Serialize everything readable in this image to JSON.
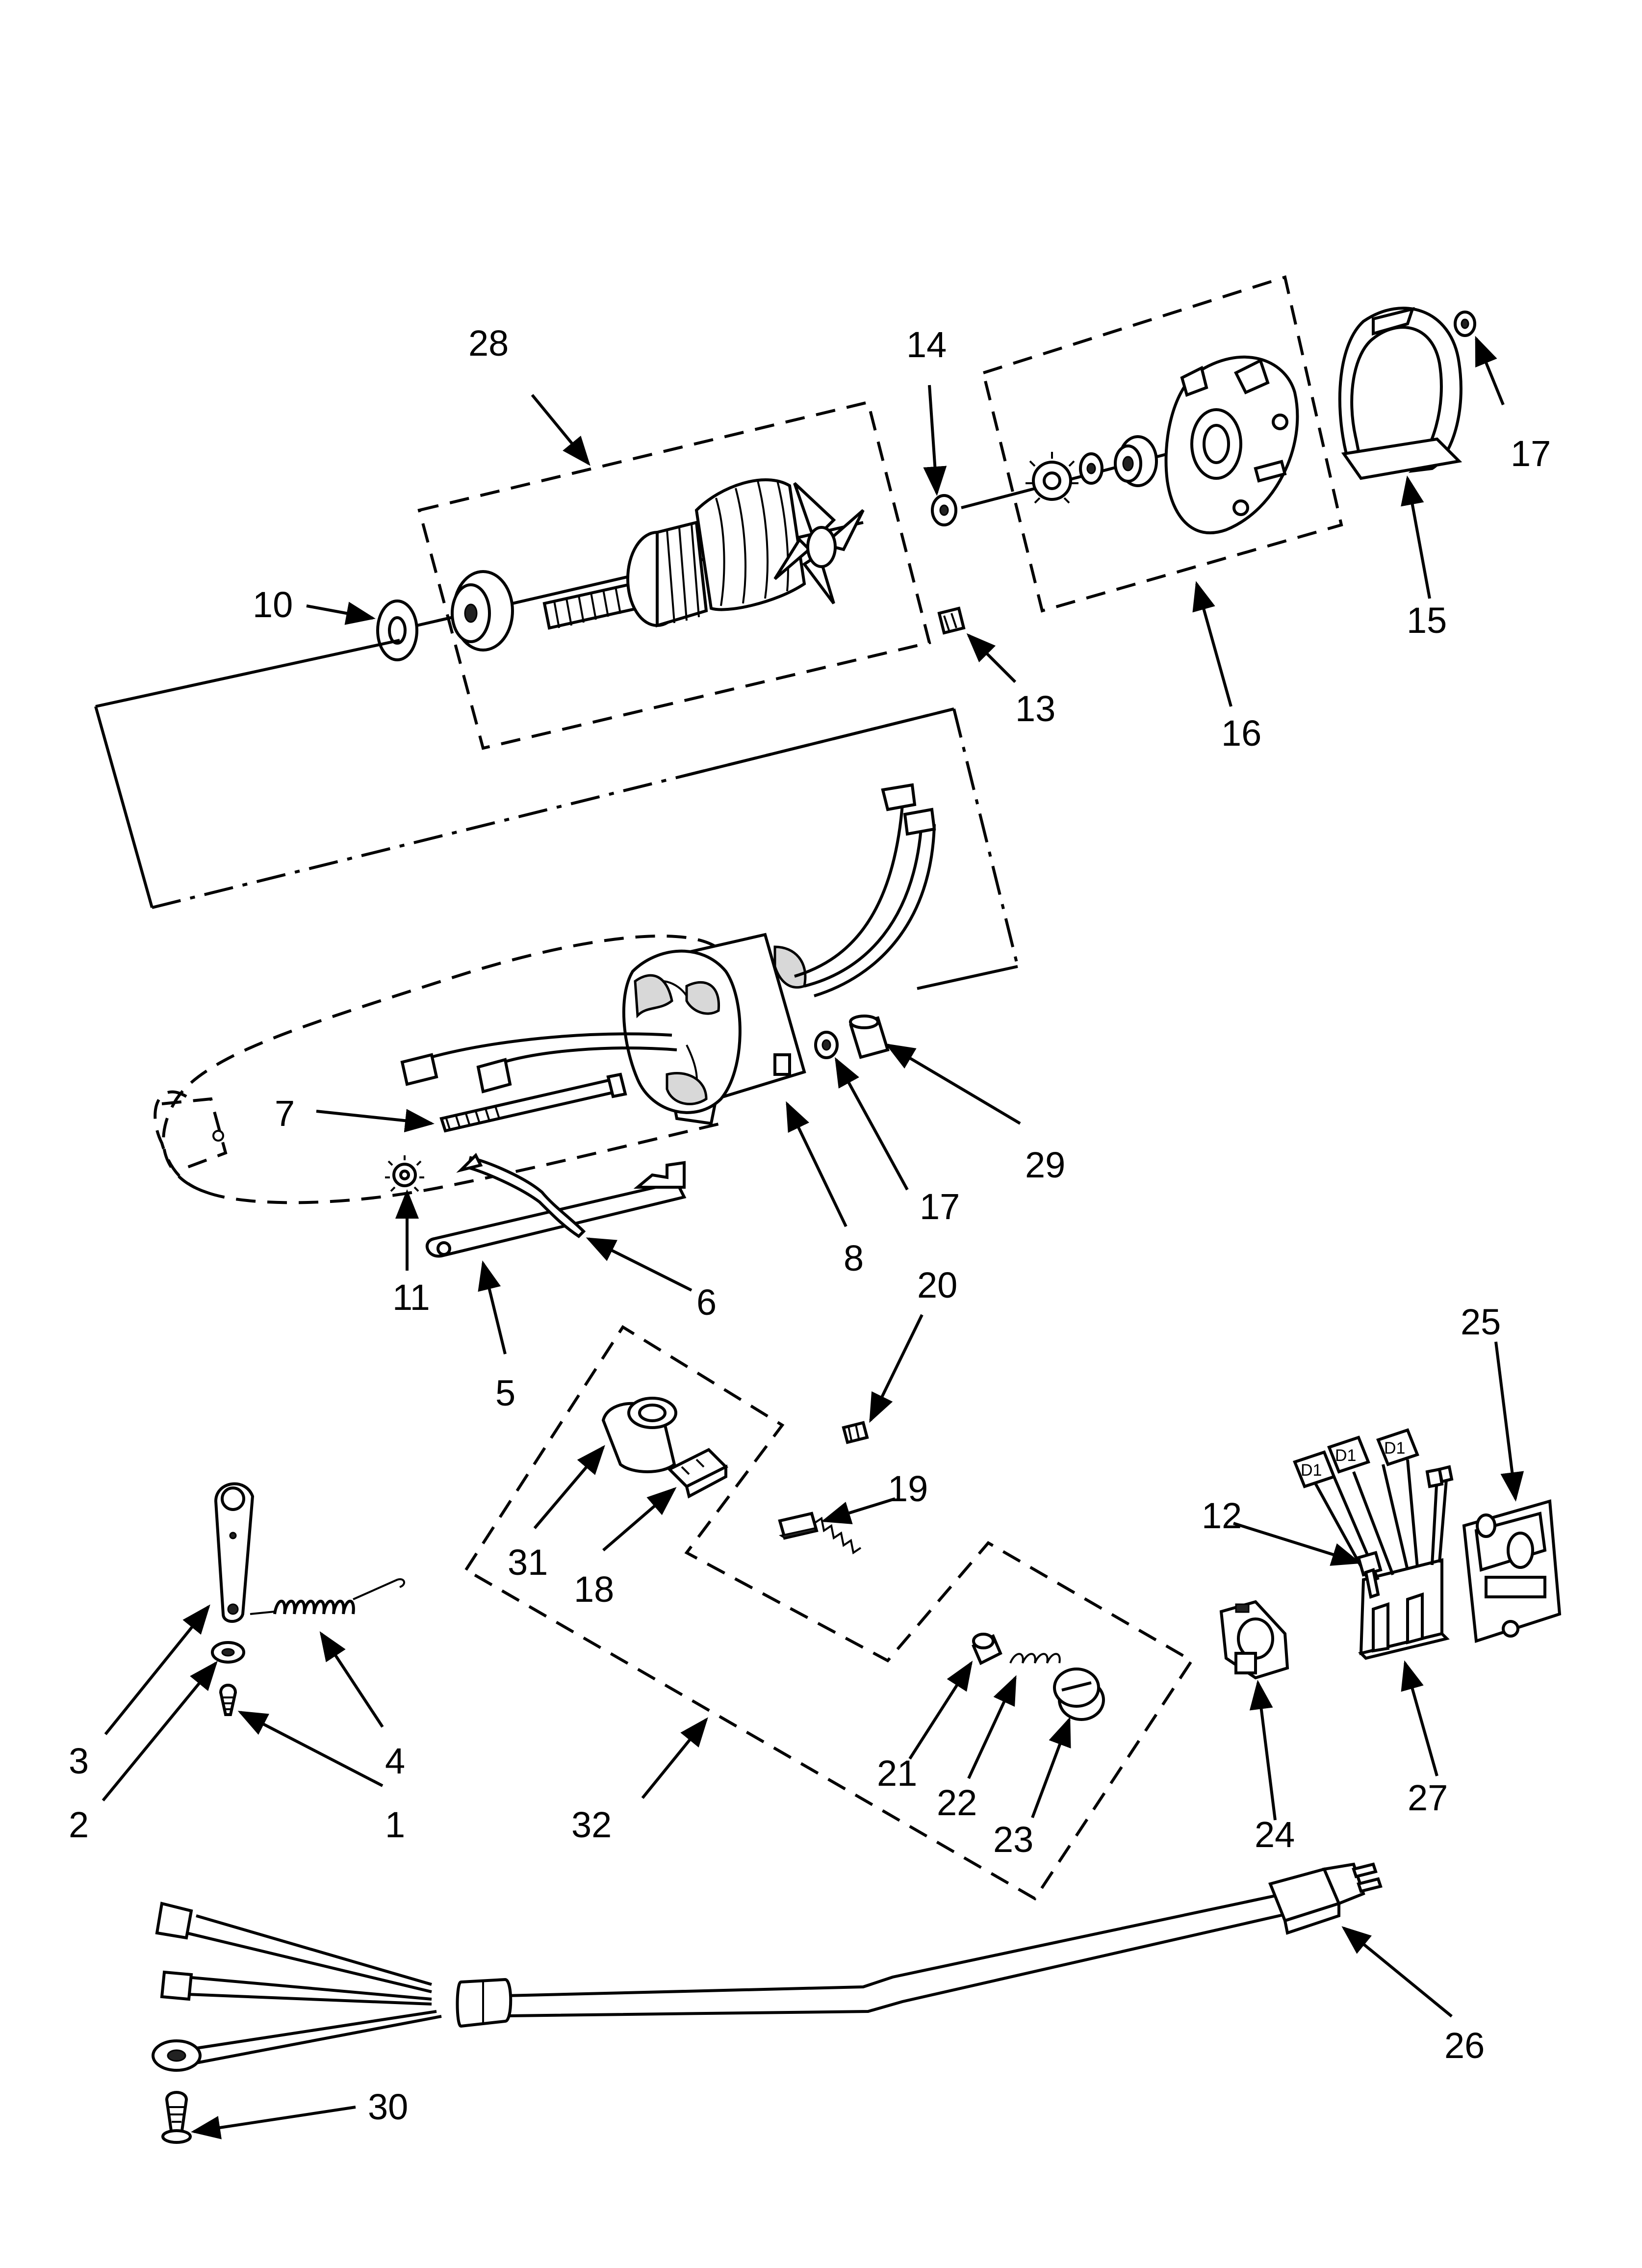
{
  "callouts": {
    "c1": "1",
    "c2": "2",
    "c3": "3",
    "c4": "4",
    "c5": "5",
    "c6": "6",
    "c7": "7",
    "c8": "8",
    "c10": "10",
    "c11": "11",
    "c12": "12",
    "c13": "13",
    "c14": "14",
    "c15": "15",
    "c16": "16",
    "c17a": "17",
    "c17b": "17",
    "c18": "18",
    "c19": "19",
    "c20": "20",
    "c21": "21",
    "c22": "22",
    "c23": "23",
    "c24": "24",
    "c25": "25",
    "c26": "26",
    "c27": "27",
    "c28": "28",
    "c29": "29",
    "c30": "30",
    "c31": "31",
    "c32": "32"
  },
  "wire_tags": {
    "t1": "D1",
    "t2": "D1",
    "t3": "D1"
  },
  "colors": {
    "ink": "#000000",
    "background": "#ffffff"
  }
}
